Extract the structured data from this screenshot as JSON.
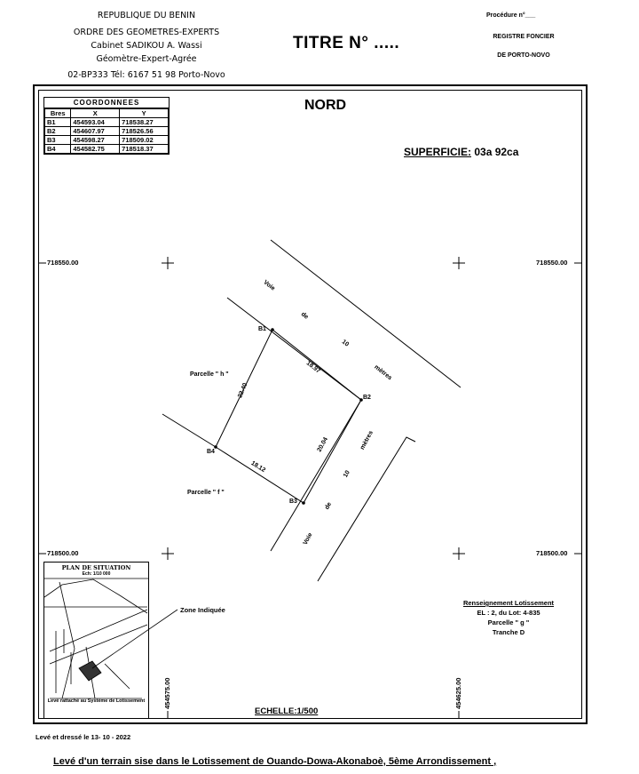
{
  "header": {
    "left_lines": [
      "REPUBLIQUE DU BENIN",
      "ORDRE DES GEOMETRES-EXPERTS",
      "Cabinet SADIKOU A. Wassi",
      "Géomètre-Expert-Agrée",
      "02-BP333 Tél: 6167 51 98 Porto-Novo"
    ],
    "title": "TITRE N° .....",
    "right_lines": [
      "Procédure n°___",
      "REGISTRE FONCIER",
      "DE PORTO-NOVO"
    ]
  },
  "coordinates": {
    "title": "COORDONNEES",
    "headers": [
      "Bres",
      "X",
      "Y"
    ],
    "rows": [
      [
        "B1",
        "454593.04",
        "718538.27"
      ],
      [
        "B2",
        "454607.97",
        "718526.56"
      ],
      [
        "B3",
        "454598.27",
        "718509.02"
      ],
      [
        "B4",
        "454582.75",
        "718518.37"
      ]
    ]
  },
  "plan": {
    "north": "NORD",
    "area_label": "SUPERFICIE:",
    "area_value": " 03a 92ca",
    "grid_y_labels": [
      "718550.00",
      "718550.00",
      "718500.00",
      "718500.00"
    ],
    "grid_x_labels": [
      "454575.00",
      "454625.00"
    ],
    "points": [
      "B1",
      "B2",
      "B3",
      "B4"
    ],
    "distances": [
      "18.97",
      "20.04",
      "18.12",
      "22.40"
    ],
    "road_top_words": [
      "Voie",
      "de",
      "10",
      "mètres"
    ],
    "road_right_words": [
      "mètres",
      "10",
      "de",
      "Voie"
    ],
    "parcel_h": "Parcelle \" h \"",
    "parcel_f": "Parcelle \" f \""
  },
  "situation": {
    "title": "PLAN DE SITUATION",
    "scale": "Ech: 1/10 000",
    "note": "Levé rattaché au Système de Lotissement",
    "zone_label": "Zone Indiquée"
  },
  "renseignement": {
    "title": "Renseignement Lotissement",
    "lines": [
      "EL : 2,          du Lot: 4-835",
      "Parcelle \" g \"",
      "Tranche D"
    ]
  },
  "scale_label": "ECHELLE:1/500",
  "footer": {
    "date": "Levé et dressé le 13- 10 - 2022",
    "caption": "Levé d'un terrain sise dans le Lotissement de Ouando-Dowa-Akonaboè, 5ème Arrondissement ,"
  },
  "colors": {
    "ink": "#000000",
    "paper": "#ffffff"
  }
}
